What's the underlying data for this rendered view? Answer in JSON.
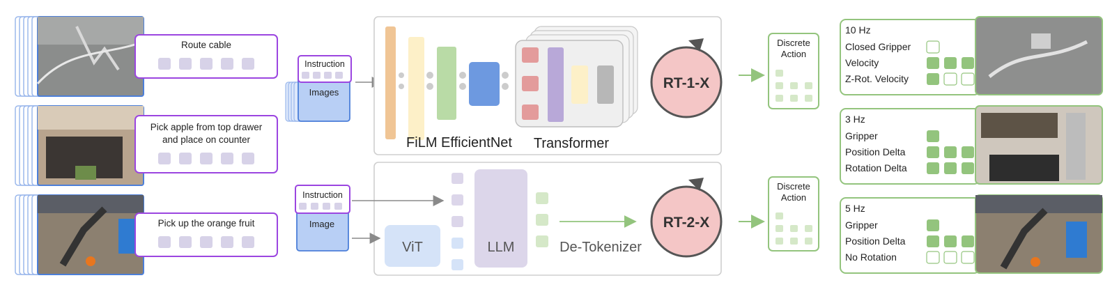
{
  "episodes": [
    {
      "instruction_lines": [
        "Route cable"
      ]
    },
    {
      "instruction_lines": [
        "Pick apple from top drawer",
        "and place on counter"
      ]
    },
    {
      "instruction_lines": [
        "Pick up the orange fruit"
      ]
    }
  ],
  "rt1": {
    "instruction_label": "Instruction",
    "images_label": "Images",
    "film_label": "FiLM EfficientNet",
    "transformer_label": "Transformer",
    "model_label": "RT-1-X",
    "action_label_lines": [
      "Discrete",
      "Action"
    ]
  },
  "rt2": {
    "instruction_label": "Instruction",
    "image_label": "Image",
    "vit_label": "ViT",
    "llm_label": "LLM",
    "detokenizer_label": "De-Tokenizer",
    "model_label": "RT-2-X",
    "action_label_lines": [
      "Discrete",
      "Action"
    ]
  },
  "robots": [
    {
      "freq": "10 Hz",
      "rows": [
        {
          "label": "Closed Gripper",
          "cells": [
            0
          ]
        },
        {
          "label": "Velocity",
          "cells": [
            1,
            1,
            1
          ]
        },
        {
          "label": "Z-Rot. Velocity",
          "cells": [
            1,
            0,
            0
          ]
        }
      ]
    },
    {
      "freq": "3 Hz",
      "rows": [
        {
          "label": "Gripper",
          "cells": [
            1
          ]
        },
        {
          "label": "Position Delta",
          "cells": [
            1,
            1,
            1
          ]
        },
        {
          "label": "Rotation Delta",
          "cells": [
            1,
            1,
            1
          ]
        }
      ]
    },
    {
      "freq": "5 Hz",
      "rows": [
        {
          "label": "Gripper",
          "cells": [
            1
          ]
        },
        {
          "label": "Position Delta",
          "cells": [
            1,
            1,
            1
          ]
        },
        {
          "label": "No Rotation",
          "cells": [
            0,
            0,
            0
          ]
        }
      ]
    }
  ],
  "colors": {
    "purple": "#9b45e0",
    "blue": "#4c7fd9",
    "light_blue": "#b8cff5",
    "green": "#93c47d",
    "light_green": "#c9e0b8",
    "rt_circle": "#f4c6c6",
    "token": "#d7d2e8"
  }
}
